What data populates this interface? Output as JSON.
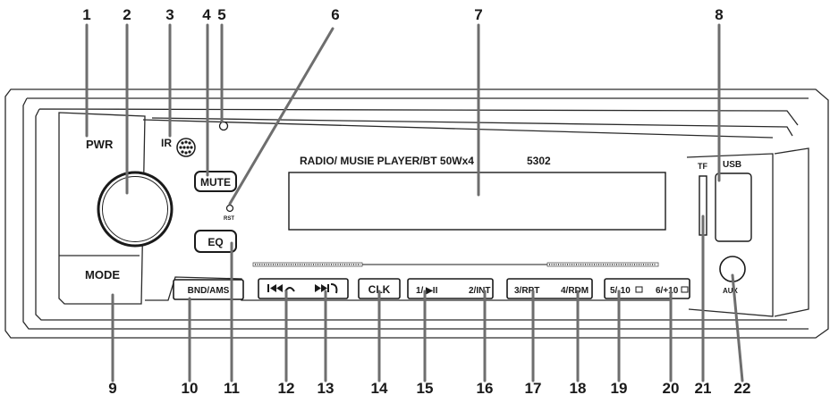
{
  "callouts": [
    "1",
    "2",
    "3",
    "4",
    "5",
    "6",
    "7",
    "8",
    "9",
    "10",
    "11",
    "12",
    "13",
    "14",
    "15",
    "16",
    "17",
    "18",
    "19",
    "20",
    "21",
    "22"
  ],
  "panel": {
    "pwr": "PWR",
    "mode": "MODE",
    "ir": "IR",
    "mute": "MUTE",
    "rst": "RST",
    "eq": "EQ",
    "title": "RADIO/ MUSIE  PLAYER/BT  50Wx4",
    "model": "5302",
    "tf": "TF",
    "usb": "USB",
    "aux": "AUX"
  },
  "buttons": {
    "bnd": "BND/AMS",
    "clk": "CLK",
    "b1": "1/ ▶II",
    "b2": "2/INT",
    "b3": "3/RPT",
    "b4": "4/RDM",
    "b5": "5/-10",
    "b6": "6/+10"
  },
  "icons": {
    "prev": "skip-previous-icon",
    "hangup": "hang-up-icon",
    "next": "skip-next-icon",
    "answer": "answer-call-icon",
    "folder": "folder-icon"
  }
}
